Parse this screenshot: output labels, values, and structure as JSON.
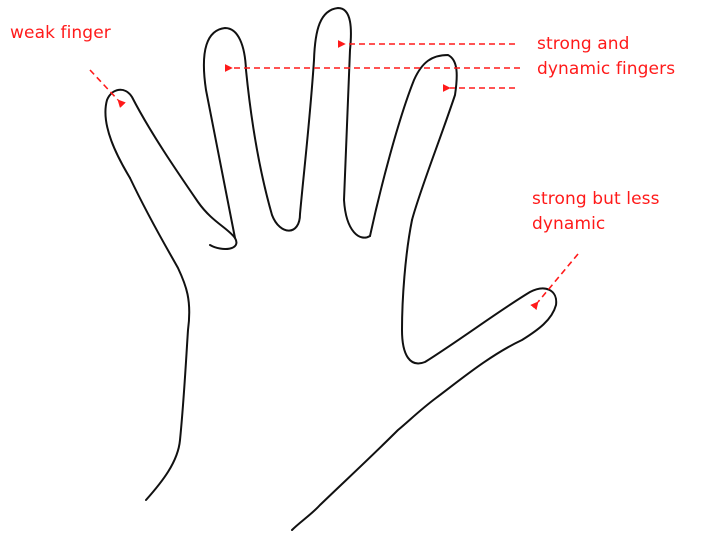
{
  "annotations": {
    "weak_finger": "weak finger",
    "strong_dynamic": {
      "line1": "strong and",
      "line2": "dynamic fingers"
    },
    "strong_less_dynamic": {
      "line1": "strong but less",
      "line2": "dynamic"
    }
  },
  "colors": {
    "annotation": "#ff1a1a",
    "outline": "#111111",
    "background": "#ffffff"
  }
}
